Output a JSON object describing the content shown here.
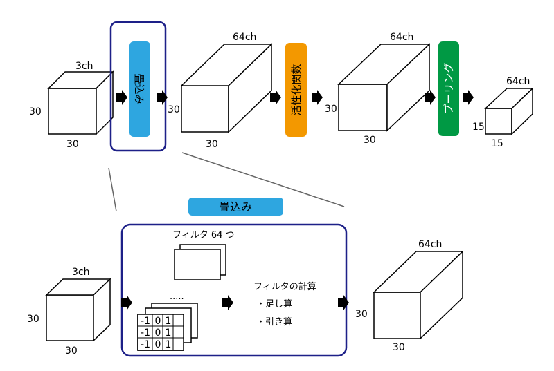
{
  "top_row": {
    "input_cube": {
      "channels": "3ch",
      "height": "30",
      "width": "30"
    },
    "conv_block": {
      "label": "畳込み",
      "color": "#2ea6e0"
    },
    "conv_output": {
      "channels": "64ch",
      "height": "30",
      "width": "30"
    },
    "activation_block": {
      "label": "活性化関数",
      "color": "#f39800"
    },
    "activation_output": {
      "channels": "64ch",
      "height": "30",
      "width": "30"
    },
    "pooling_block": {
      "label": "プーリング",
      "color": "#009944"
    },
    "pooling_output": {
      "channels": "64ch",
      "height": "15",
      "width": "15"
    }
  },
  "detail": {
    "title": "畳込み",
    "title_color": "#2ea6e0",
    "frame_color": "#1d2088",
    "input_cube": {
      "channels": "3ch",
      "height": "30",
      "width": "30"
    },
    "filters_label": "フィルタ 64 つ",
    "ellipsis": ".....",
    "kernel_rows": [
      [
        "-1",
        "0",
        "1"
      ],
      [
        "-1",
        "0",
        "1"
      ],
      [
        "-1",
        "0",
        "1"
      ]
    ],
    "calc_title": "フィルタの計算",
    "calc_items": [
      "・足し算",
      "・引き算"
    ],
    "output_cube": {
      "channels": "64ch",
      "height": "30",
      "width": "30"
    }
  }
}
